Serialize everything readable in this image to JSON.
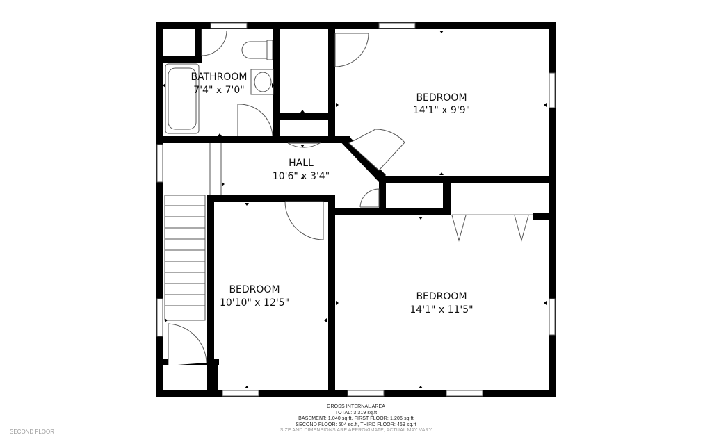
{
  "rooms": {
    "bathroom": {
      "name": "BATHROOM",
      "dims": "7'4\" x 7'0\""
    },
    "bedroom_top_right": {
      "name": "BEDROOM",
      "dims": "14'1\" x 9'9\""
    },
    "hall": {
      "name": "HALL",
      "dims": "10'6\" x 3'4\""
    },
    "bedroom_left": {
      "name": "BEDROOM",
      "dims": "10'10\" x 12'5\""
    },
    "bedroom_bottom_right": {
      "name": "BEDROOM",
      "dims": "14'1\" x 11'5\""
    }
  },
  "summary": {
    "heading": "GROSS INTERNAL AREA",
    "total": "TOTAL: 3,319 sq.ft",
    "line1": "BASEMENT: 1,040 sq.ft, FIRST FLOOR: 1,206 sq.ft",
    "line2": "SECOND FLOOR: 604 sq.ft, THIRD FLOOR: 469 sq.ft",
    "disclaimer": "SIZE AND DIMENSIONS ARE APPROXIMATE, ACTUAL MAY VARY"
  },
  "floor_name": "SECOND FLOOR",
  "colors": {
    "wall": "#000000",
    "line": "#555555",
    "background": "#ffffff"
  }
}
